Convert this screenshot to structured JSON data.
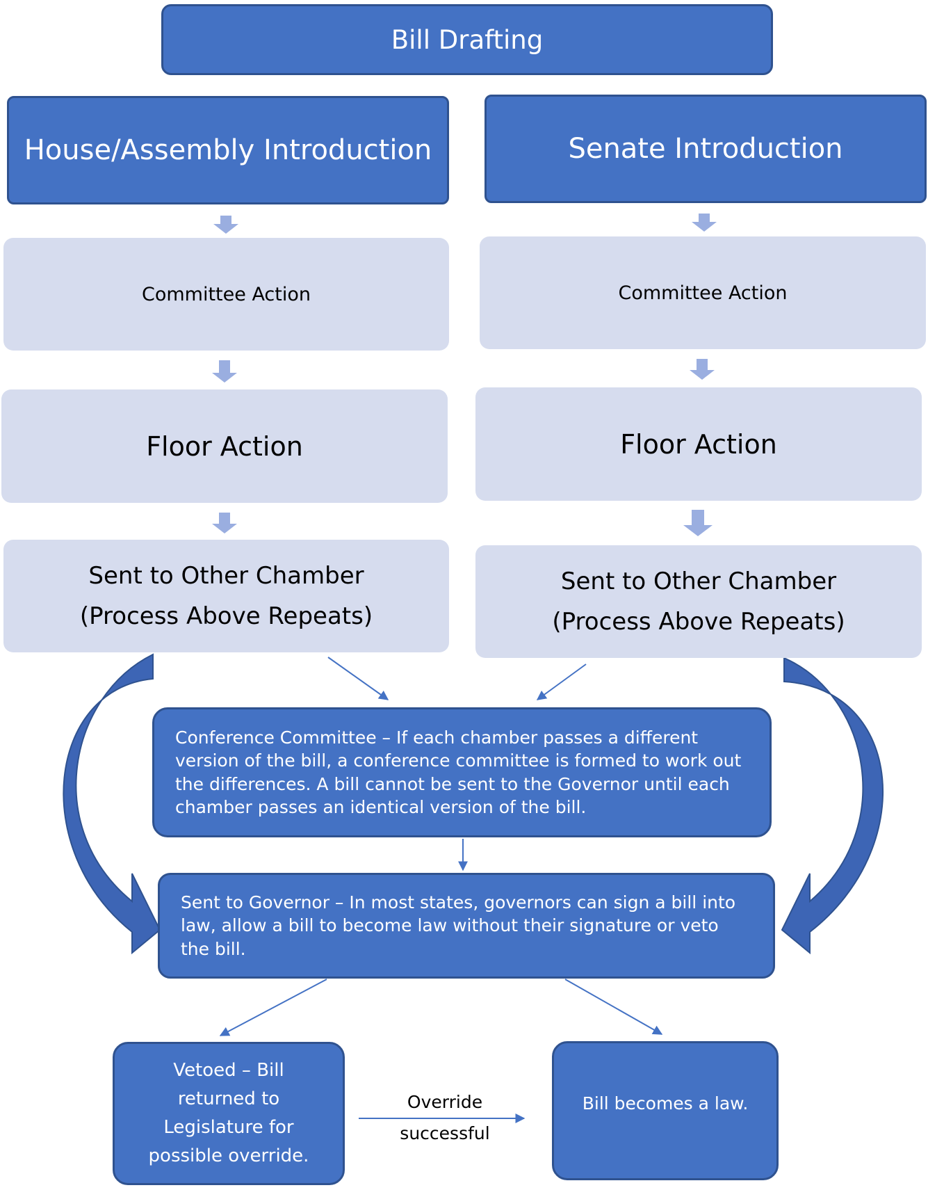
{
  "diagram": {
    "top": {
      "title": "Bill Drafting"
    },
    "house": {
      "intro": "House/Assembly Introduction",
      "committee": "Committee Action",
      "floor": "Floor Action",
      "sent_line1": "Sent to Other Chamber",
      "sent_line2": "(Process Above Repeats)"
    },
    "senate": {
      "intro": "Senate Introduction",
      "committee": "Committee Action",
      "floor": "Floor Action",
      "sent_line1": "Sent to Other Chamber",
      "sent_line2": "(Process Above Repeats)"
    },
    "conference": "Conference Committee – If each chamber passes a different version of the bill, a conference committee is formed to work out the differences. A bill cannot be sent to the Governor until each chamber passes an identical version of the bill.",
    "governor": "Sent to Governor – In most states, governors can sign a bill into law, allow a bill to become law without their signature or veto the bill.",
    "vetoed": "Vetoed – Bill returned to Legislature for possible override.",
    "law": "Bill becomes a law.",
    "override_line1": "Override",
    "override_line2": "successful"
  },
  "colors": {
    "dark_box": "#4472c4",
    "dark_border": "#2f528f",
    "light_box": "#d6dcee",
    "small_arrow": "#9aaee0",
    "curved_arrow": "#3d65b5"
  }
}
